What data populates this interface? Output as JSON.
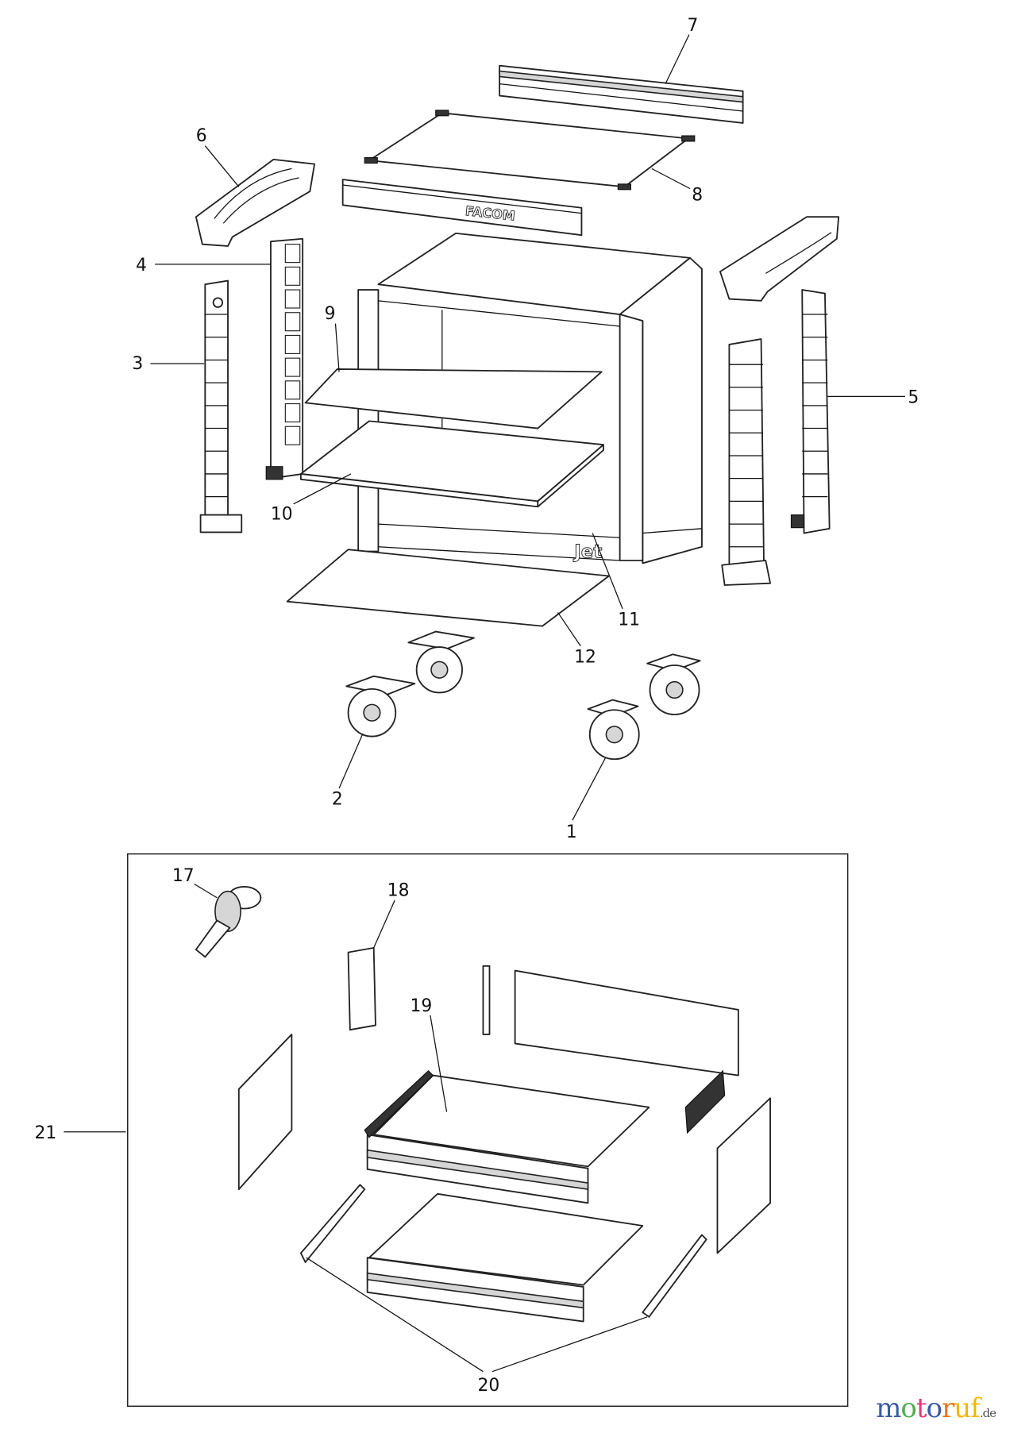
{
  "diagram": {
    "part_labels": {
      "p1": "1",
      "p2": "2",
      "p3": "3",
      "p4": "4",
      "p5": "5",
      "p6": "6",
      "p7": "7",
      "p8": "8",
      "p9": "9",
      "p10": "10",
      "p11": "11",
      "p12": "12",
      "p17": "17",
      "p18": "18",
      "p19": "19",
      "p20": "20",
      "p21": "21"
    },
    "brand_lettering": [
      "FACOM",
      "Jet"
    ],
    "watermark": {
      "main": "motoruf",
      "suffix": ".de",
      "colors": [
        "#3b5aa8",
        "#4caf50",
        "#e5397c",
        "#3b5aa8",
        "#e87722",
        "#f2b705",
        "#f2b705"
      ]
    }
  }
}
